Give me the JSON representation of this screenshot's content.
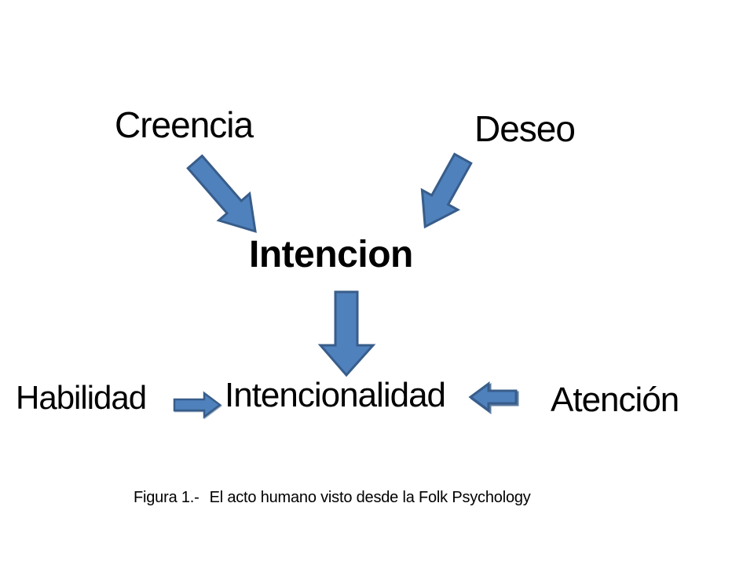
{
  "nodes": {
    "creencia": "Creencia",
    "deseo": "Deseo",
    "intencion": "Intencion",
    "habilidad": "Habilidad",
    "intencionalidad": "Intencionalidad",
    "atencion": "Atención"
  },
  "edges": [
    {
      "from": "Creencia",
      "to": "Intencion"
    },
    {
      "from": "Deseo",
      "to": "Intencion"
    },
    {
      "from": "Intencion",
      "to": "Intencionalidad"
    },
    {
      "from": "Habilidad",
      "to": "Intencionalidad"
    },
    {
      "from": "Atención",
      "to": "Intencionalidad"
    }
  ],
  "caption": {
    "prefix": "Figura 1.-",
    "text": "El acto humano visto desde la Folk Psychology"
  },
  "colors": {
    "arrow_fill": "#4f81bd",
    "arrow_stroke": "#385d8a",
    "text": "#000000",
    "background": "#ffffff"
  }
}
